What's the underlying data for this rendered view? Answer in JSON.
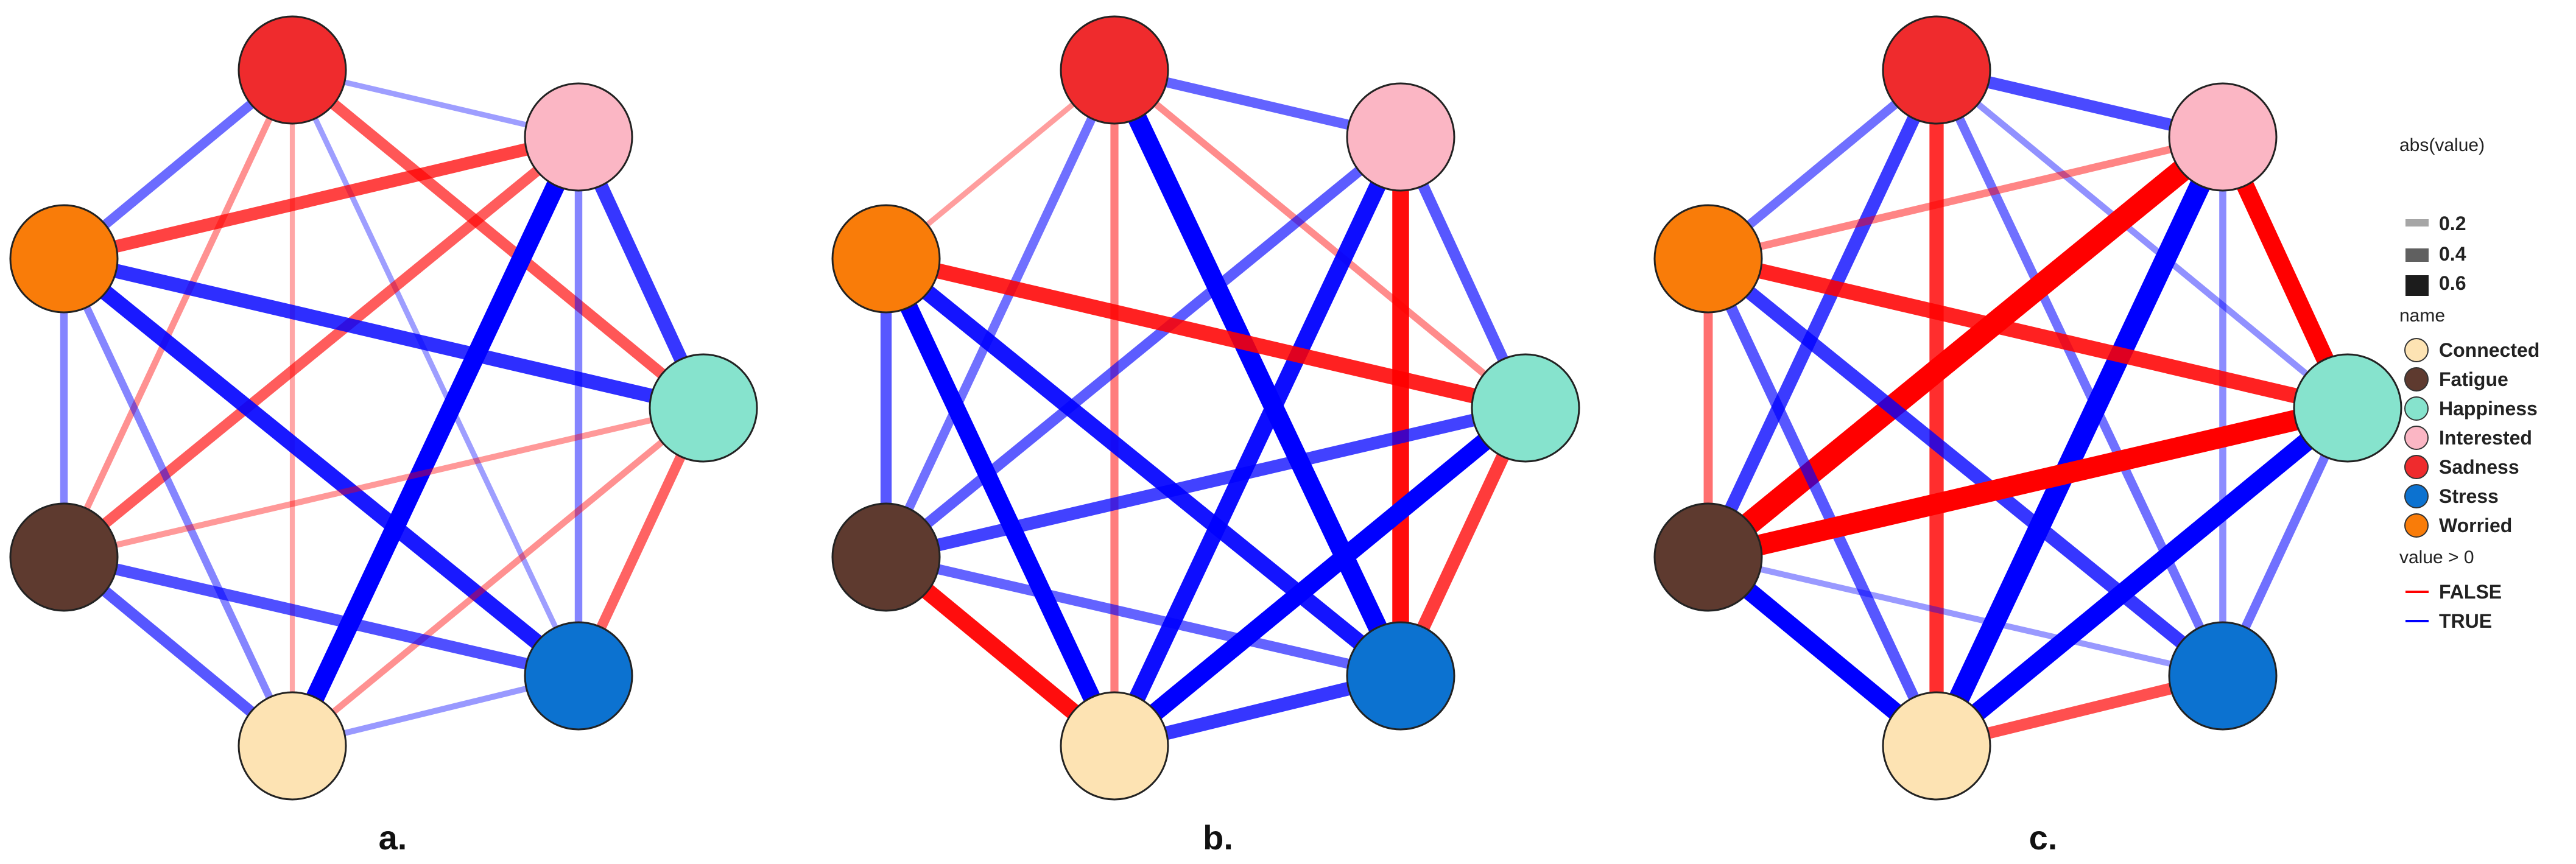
{
  "figure": {
    "panels": [
      {
        "label": "a."
      },
      {
        "label": "b."
      },
      {
        "label": "c."
      }
    ]
  },
  "legend": {
    "abs_title": "abs(value)",
    "abs_items": [
      {
        "label": "0.2",
        "value": 0.2
      },
      {
        "label": "0.4",
        "value": 0.4
      },
      {
        "label": "0.6",
        "value": 0.6
      }
    ],
    "name_title": "name",
    "name_items": [
      {
        "label": "Connected",
        "color": "#fde3b3"
      },
      {
        "label": "Fatigue",
        "color": "#5e3a2f"
      },
      {
        "label": "Happiness",
        "color": "#86e3cd"
      },
      {
        "label": "Interested",
        "color": "#fbb6c4"
      },
      {
        "label": "Sadness",
        "color": "#ef2b2d"
      },
      {
        "label": "Stress",
        "color": "#0c72d0"
      },
      {
        "label": "Worried",
        "color": "#f97c09"
      }
    ],
    "sign_title": "value > 0",
    "sign_items": [
      {
        "label": "FALSE",
        "color": "#ff0000"
      },
      {
        "label": "TRUE",
        "color": "#0000ff"
      }
    ]
  },
  "networks": [
    {
      "panel": "a.",
      "edges": [
        {
          "from": "Sadness",
          "to": "Interested",
          "value": 0.12
        },
        {
          "from": "Sadness",
          "to": "Worried",
          "value": 0.28
        },
        {
          "from": "Sadness",
          "to": "Happiness",
          "value": -0.34
        },
        {
          "from": "Sadness",
          "to": "Fatigue",
          "value": -0.16
        },
        {
          "from": "Sadness",
          "to": "Connected",
          "value": -0.1
        },
        {
          "from": "Sadness",
          "to": "Stress",
          "value": 0.12
        },
        {
          "from": "Interested",
          "to": "Worried",
          "value": -0.4
        },
        {
          "from": "Interested",
          "to": "Happiness",
          "value": 0.44
        },
        {
          "from": "Interested",
          "to": "Fatigue",
          "value": -0.32
        },
        {
          "from": "Interested",
          "to": "Connected",
          "value": 0.64
        },
        {
          "from": "Interested",
          "to": "Stress",
          "value": 0.2
        },
        {
          "from": "Worried",
          "to": "Happiness",
          "value": 0.46
        },
        {
          "from": "Worried",
          "to": "Fatigue",
          "value": 0.2
        },
        {
          "from": "Worried",
          "to": "Connected",
          "value": 0.2
        },
        {
          "from": "Worried",
          "to": "Stress",
          "value": 0.52
        },
        {
          "from": "Happiness",
          "to": "Fatigue",
          "value": -0.14
        },
        {
          "from": "Happiness",
          "to": "Connected",
          "value": -0.16
        },
        {
          "from": "Happiness",
          "to": "Stress",
          "value": -0.3
        },
        {
          "from": "Fatigue",
          "to": "Stress",
          "value": 0.36
        },
        {
          "from": "Fatigue",
          "to": "Connected",
          "value": 0.34
        },
        {
          "from": "Connected",
          "to": "Stress",
          "value": 0.14
        }
      ]
    },
    {
      "panel": "b.",
      "edges": [
        {
          "from": "Sadness",
          "to": "Worried",
          "value": -0.12
        },
        {
          "from": "Sadness",
          "to": "Interested",
          "value": 0.3
        },
        {
          "from": "Sadness",
          "to": "Stress",
          "value": 0.66
        },
        {
          "from": "Sadness",
          "to": "Fatigue",
          "value": 0.26
        },
        {
          "from": "Sadness",
          "to": "Connected",
          "value": -0.22
        },
        {
          "from": "Sadness",
          "to": "Happiness",
          "value": -0.18
        },
        {
          "from": "Interested",
          "to": "Fatigue",
          "value": 0.32
        },
        {
          "from": "Interested",
          "to": "Connected",
          "value": 0.56
        },
        {
          "from": "Interested",
          "to": "Stress",
          "value": -0.56
        },
        {
          "from": "Interested",
          "to": "Happiness",
          "value": 0.34
        },
        {
          "from": "Worried",
          "to": "Happiness",
          "value": -0.5
        },
        {
          "from": "Worried",
          "to": "Fatigue",
          "value": 0.34
        },
        {
          "from": "Worried",
          "to": "Connected",
          "value": 0.6
        },
        {
          "from": "Worried",
          "to": "Stress",
          "value": 0.54
        },
        {
          "from": "Happiness",
          "to": "Fatigue",
          "value": 0.4
        },
        {
          "from": "Happiness",
          "to": "Connected",
          "value": 0.62
        },
        {
          "from": "Happiness",
          "to": "Stress",
          "value": -0.42
        },
        {
          "from": "Fatigue",
          "to": "Connected",
          "value": -0.56
        },
        {
          "from": "Fatigue",
          "to": "Stress",
          "value": 0.3
        },
        {
          "from": "Connected",
          "to": "Stress",
          "value": 0.44
        }
      ]
    },
    {
      "panel": "c.",
      "edges": [
        {
          "from": "Sadness",
          "to": "Interested",
          "value": 0.38
        },
        {
          "from": "Sadness",
          "to": "Worried",
          "value": 0.26
        },
        {
          "from": "Sadness",
          "to": "Fatigue",
          "value": 0.42
        },
        {
          "from": "Sadness",
          "to": "Connected",
          "value": -0.46
        },
        {
          "from": "Sadness",
          "to": "Stress",
          "value": 0.26
        },
        {
          "from": "Sadness",
          "to": "Happiness",
          "value": 0.16
        },
        {
          "from": "Interested",
          "to": "Worried",
          "value": -0.2
        },
        {
          "from": "Interested",
          "to": "Happiness",
          "value": -0.6
        },
        {
          "from": "Interested",
          "to": "Fatigue",
          "value": -0.8
        },
        {
          "from": "Interested",
          "to": "Connected",
          "value": 0.72
        },
        {
          "from": "Interested",
          "to": "Stress",
          "value": 0.18
        },
        {
          "from": "Worried",
          "to": "Happiness",
          "value": -0.5
        },
        {
          "from": "Worried",
          "to": "Fatigue",
          "value": -0.26
        },
        {
          "from": "Worried",
          "to": "Connected",
          "value": 0.34
        },
        {
          "from": "Worried",
          "to": "Stress",
          "value": 0.44
        },
        {
          "from": "Happiness",
          "to": "Fatigue",
          "value": -0.72
        },
        {
          "from": "Happiness",
          "to": "Connected",
          "value": 0.64
        },
        {
          "from": "Happiness",
          "to": "Stress",
          "value": 0.26
        },
        {
          "from": "Fatigue",
          "to": "Connected",
          "value": 0.6
        },
        {
          "from": "Fatigue",
          "to": "Stress",
          "value": 0.14
        },
        {
          "from": "Connected",
          "to": "Stress",
          "value": -0.36
        }
      ]
    }
  ]
}
